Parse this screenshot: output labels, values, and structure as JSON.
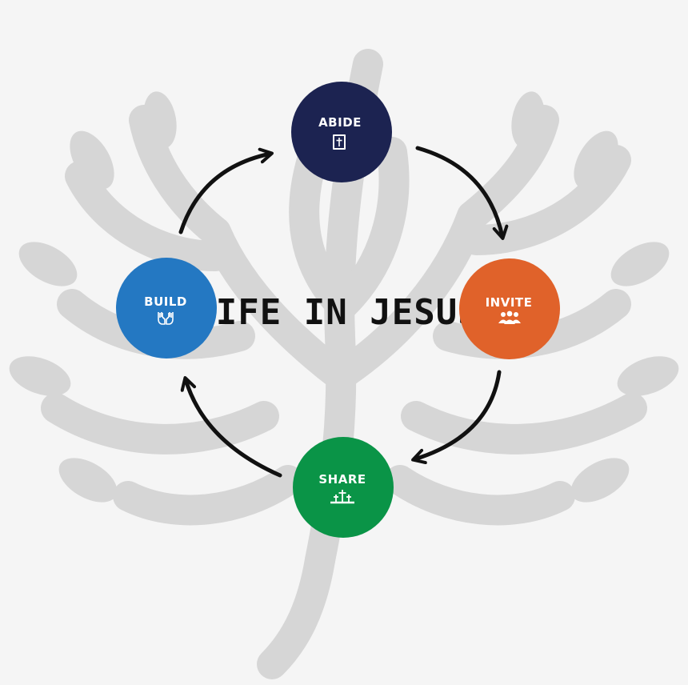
{
  "title": "LIFE IN JESUS",
  "nodes": [
    {
      "id": "abide",
      "label": "ABIDE",
      "icon": "bible-icon",
      "color": "#1c2351"
    },
    {
      "id": "invite",
      "label": "INVITE",
      "icon": "people-group-icon",
      "color": "#e0622a"
    },
    {
      "id": "share",
      "label": "SHARE",
      "icon": "crosses-hill-icon",
      "color": "#0a9447"
    },
    {
      "id": "build",
      "label": "BUILD",
      "icon": "praying-hands-icon",
      "color": "#2478c2"
    }
  ],
  "cycle": [
    "abide",
    "invite",
    "share",
    "build"
  ],
  "background": {
    "icon": "tree-icon",
    "color": "#d6d6d6"
  },
  "arrow_color": "#111111"
}
